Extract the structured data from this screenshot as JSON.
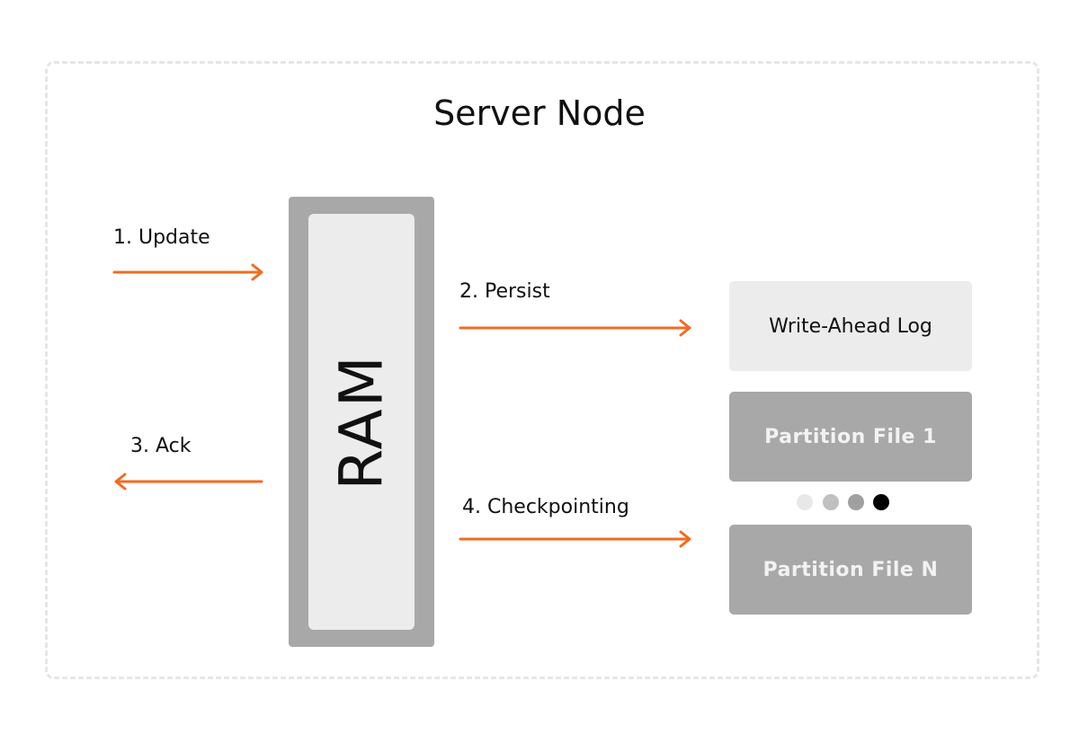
{
  "diagram": {
    "title": "Server Node",
    "ram_label": "RAM",
    "steps": {
      "update": "1. Update",
      "persist": "2. Persist",
      "ack": "3. Ack",
      "checkpointing": "4. Checkpointing"
    },
    "storage": {
      "wal": "Write-Ahead Log",
      "partition_first": "Partition File 1",
      "partition_last": "Partition File N"
    },
    "colors": {
      "arrow": "#f26b21",
      "ram_outer": "#a8a8a8",
      "ram_inner": "#ececec",
      "wal_box": "#ececec",
      "partition_box": "#a8a8a8",
      "frame_border": "#e6e6e6"
    },
    "ellipsis_dot_colors": [
      "#e8e8e8",
      "#c0c0c0",
      "#a0a0a0",
      "#000000"
    ]
  }
}
